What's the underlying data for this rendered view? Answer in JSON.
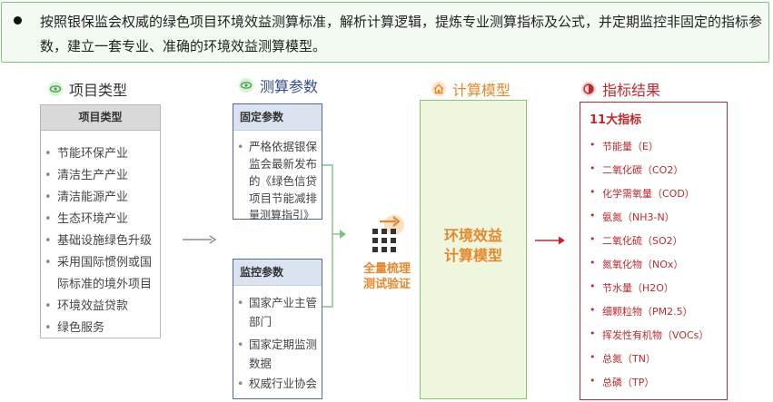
{
  "banner": {
    "text": "按照银保监会权威的绿色项目环境效益测算标准，解析计算逻辑，提炼专业测算指标及公式，并定期监控非固定的指标参数，建立一套专业、准确的环境效益测算模型。"
  },
  "sections": {
    "project_type": "项目类型",
    "params": "测算参数",
    "model": "计算模型",
    "results": "指标结果"
  },
  "project_types": {
    "header": "项目类型",
    "items": [
      "节能环保产业",
      "清洁生产产业",
      "清洁能源产业",
      "生态环境产业",
      "基础设施绿色升级",
      "采用国际惯例或国",
      "际标准的境外项目",
      "环境效益贷款",
      "绿色服务"
    ]
  },
  "fixed_params": {
    "header": "固定参数",
    "lines": [
      "严格依据银保",
      "监会最新发布",
      "的《绿色信贷",
      "项目节能减排",
      "量测算指引》"
    ]
  },
  "monitor_params": {
    "header": "监控参数",
    "lines": [
      "国家产业主管",
      "部门",
      "国家定期监测",
      "数据",
      "权威行业协会"
    ]
  },
  "verify_label": {
    "line1": "全量梳理",
    "line2": "测试验证"
  },
  "model_box": {
    "line1": "环境效益",
    "line2": "计算模型"
  },
  "results": {
    "title": "11大指标",
    "items": [
      "节能量（E）",
      "二氧化碳（CO2）",
      "化学需氧量（COD）",
      "氨氮（NH3-N）",
      "二氧化硫（SO2）",
      "氮氧化物（NOx）",
      "节水量（H2O）",
      "细颗粒物（PM2.5）",
      "挥发性有机物（VOCs）",
      "总氮（TN）",
      "总磷（TP）"
    ]
  },
  "colors": {
    "green": "#7cc47c",
    "blue": "#4a6aa5",
    "orange": "#e8872a",
    "red": "#c0282d"
  }
}
